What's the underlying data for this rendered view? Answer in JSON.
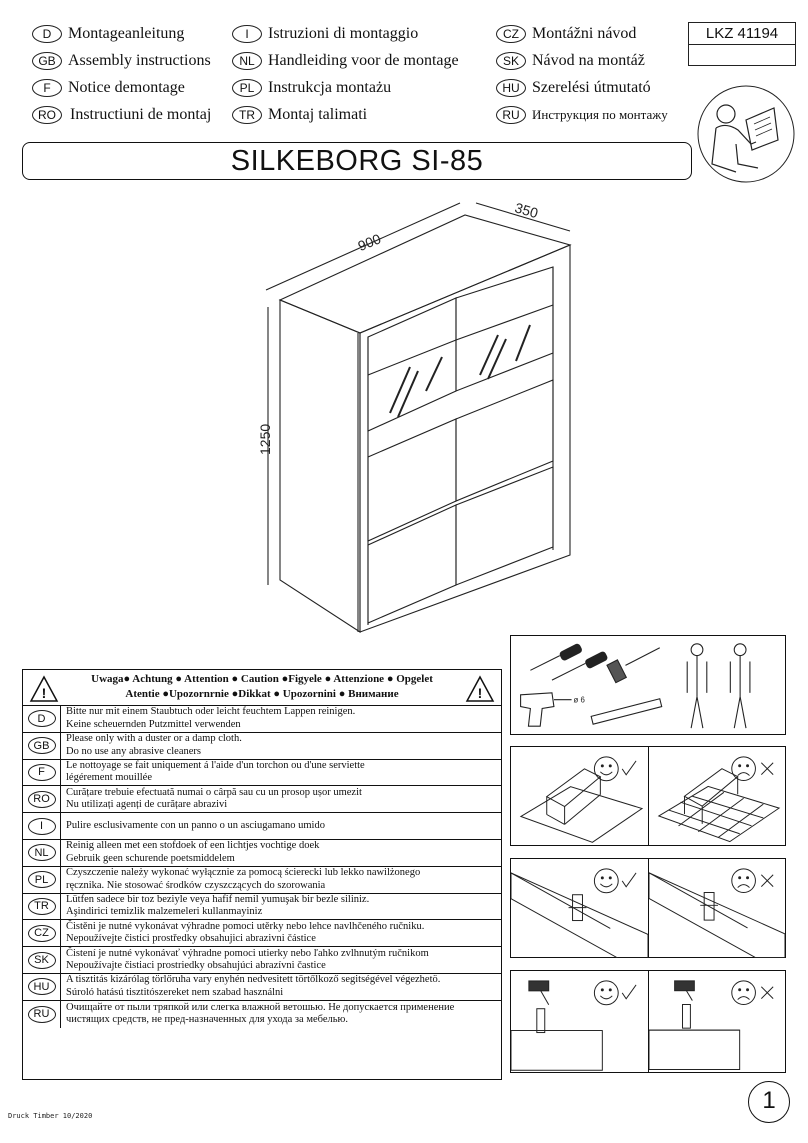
{
  "languages": [
    {
      "code": "D",
      "label": "Montageanleitung"
    },
    {
      "code": "GB",
      "label": "Assembly instructions"
    },
    {
      "code": "F",
      "label": "Notice demontage"
    },
    {
      "code": "RO",
      "label": "Instructiuni de montaj"
    },
    {
      "code": "I",
      "label": "Istruzioni di montaggio"
    },
    {
      "code": "NL",
      "label": "Handleiding voor de montage"
    },
    {
      "code": "PL",
      "label": "Instrukcja montażu"
    },
    {
      "code": "TR",
      "label": "Montaj talimati"
    },
    {
      "code": "CZ",
      "label": "Montážni návod"
    },
    {
      "code": "SK",
      "label": "Návod na montáž"
    },
    {
      "code": "HU",
      "label": "Szerelési útmutató"
    },
    {
      "code": "RU",
      "label": "Инструкция по монтажу"
    }
  ],
  "product_code": "LKZ 41194",
  "title": "SILKEBORG SI-85",
  "dimensions": {
    "width": "900",
    "depth": "350",
    "height": "1250"
  },
  "warnings": {
    "header_line1": "Uwaga● Achtung ● Attention ● Caution ●Figyele ● Attenzione ● Opgelet",
    "header_line2": "Atentie ●Upozornrnie ●Dikkat ● Upozornini ● Внимание",
    "rows": [
      {
        "code": "D",
        "line1": "Bitte nur mit einem Staubtuch oder leicht feuchtem Lappen reinigen.",
        "line2": "Keine scheuernden Putzmittel verwenden"
      },
      {
        "code": "GB",
        "line1": "Please only with a duster or a damp cloth.",
        "line2": "Do no use any abrasive cleaners"
      },
      {
        "code": "F",
        "line1": "Le nottoyage se fait uniquement á l'aide d'un torchon ou d'une serviette",
        "line2": "légérement mouillée"
      },
      {
        "code": "RO",
        "line1": "Curățare trebuie efectuată numai o cârpă sau cu un prosop ușor umezit",
        "line2": "Nu utilizați agenți de curățare abrazivi"
      },
      {
        "code": "I",
        "line1": "Pulire esclusivamente con un panno o un asciugamano umido",
        "line2": ""
      },
      {
        "code": "NL",
        "line1": "Reinig alleen met een stofdoek of een lichtjes vochtige doek",
        "line2": "Gebruik geen schurende poetsmiddelem"
      },
      {
        "code": "PL",
        "line1": "Czyszczenie należy wykonać wyłącznie za pomocą ścierecki lub lekko nawilżonego",
        "line2": "ręcznika. Nie stosować środków czyszczących do szorowania"
      },
      {
        "code": "TR",
        "line1": "Lütfen sadece bir toz beziyle veya hafif nemil yumuşak bir bezle siliniz.",
        "line2": "Aşindirici temizlik malzemeleri kullanmayiniz"
      },
      {
        "code": "CZ",
        "line1": "Čistěni je nutné vykonávat výhradne pomoci utěrky nebo lehce navlhčeného ručniku.",
        "line2": "Nepoužívejte čistici prostředky obsahujici abrazivni částice"
      },
      {
        "code": "SK",
        "line1": "Čistení je nutné vykonávať výhradne pomoci utierky nebo ľahko zvlhnutým ručnikom",
        "line2": "Nepoužívajte čistiaci prostriedky obsahujúci abrazívni častice"
      },
      {
        "code": "HU",
        "line1": "A tisztitás kizárólag törlőruha vary enyhén nedvesitett törtőlkoző segitségével végezhetö.",
        "line2": "Súroló hatású tisztitószereket nem szabad használni"
      },
      {
        "code": "RU",
        "line1": "Очищайте от пыли тряпкой или слегка влажной ветошью. Не допускается применение",
        "line2": "чистящих средств, не пред-назначенных для ухода за мебелью."
      }
    ]
  },
  "tools": {
    "drill_bit_label": "ø 6"
  },
  "page_number": "1",
  "druck": "Druck Timber 10/2020"
}
